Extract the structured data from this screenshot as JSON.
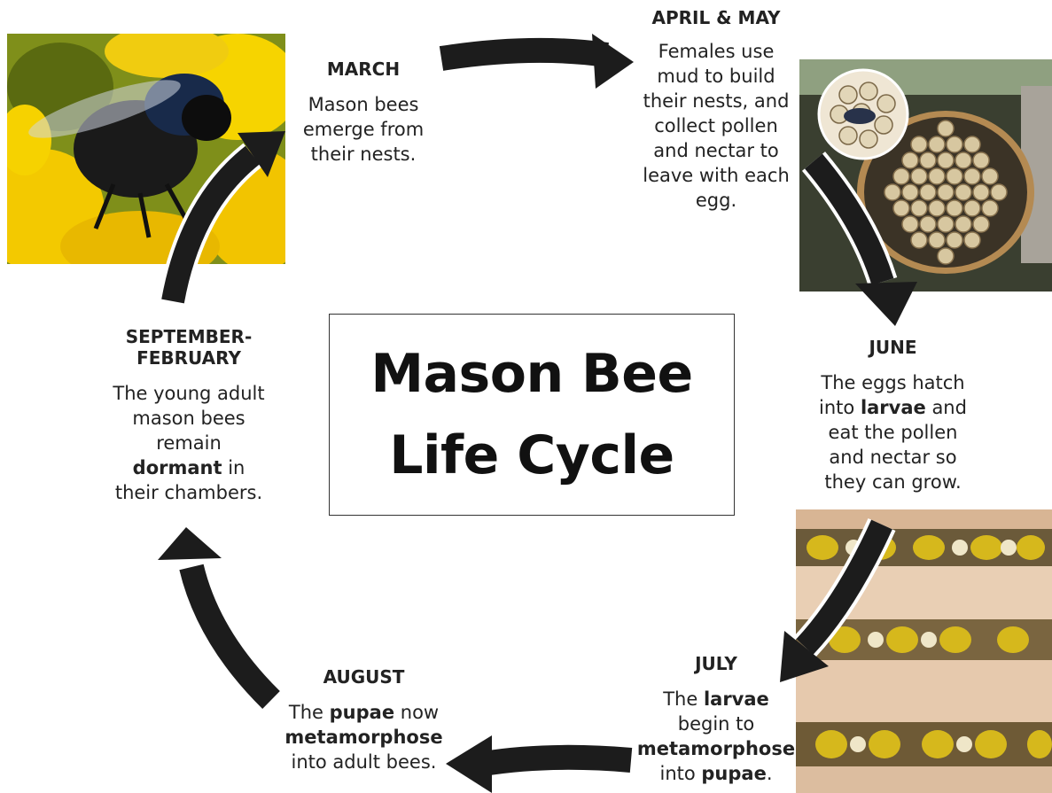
{
  "title": {
    "line1": "Mason Bee",
    "line2": "Life Cycle"
  },
  "stages": {
    "march": {
      "heading": "MARCH",
      "lines": [
        "Mason bees",
        "emerge from",
        "their nests."
      ]
    },
    "april_may": {
      "heading": "APRIL & MAY",
      "lines": [
        "Females use",
        "mud to build",
        "their nests, and",
        "collect pollen",
        "and nectar to",
        "leave with each",
        "egg."
      ]
    },
    "june": {
      "heading": "JUNE",
      "line1": "The eggs hatch",
      "line2_pre": "into ",
      "line2_bold": "larvae",
      "line2_post": " and",
      "line3": "eat the pollen",
      "line4": "and nectar so",
      "line5": "they can grow."
    },
    "july": {
      "heading": "JULY",
      "line1_pre": "The ",
      "line1_bold": "larvae",
      "line2": "begin to",
      "line3_bold": "metamorphose",
      "line4_pre": "into ",
      "line4_bold": "pupae",
      "line4_post": "."
    },
    "august": {
      "heading": "AUGUST",
      "line1_pre": "The ",
      "line1_bold": "pupae",
      "line1_post": " now",
      "line2_bold": "metamorphose",
      "line3": "into adult bees."
    },
    "sept_feb": {
      "heading_line1": "SEPTEMBER-",
      "heading_line2": "FEBRUARY",
      "line1": "The young adult",
      "line2": "mason bees",
      "line3": "remain",
      "line4_bold": "dormant",
      "line4_post": " in",
      "line5": "their chambers."
    }
  },
  "colors": {
    "arrow": "#1c1c1c",
    "text": "#222222"
  },
  "images": {
    "bee_photo": "bee-on-yellow-flower",
    "nest_photo": "nesting-tubes-bundle",
    "larvae_photo": "larvae-in-chambers"
  }
}
